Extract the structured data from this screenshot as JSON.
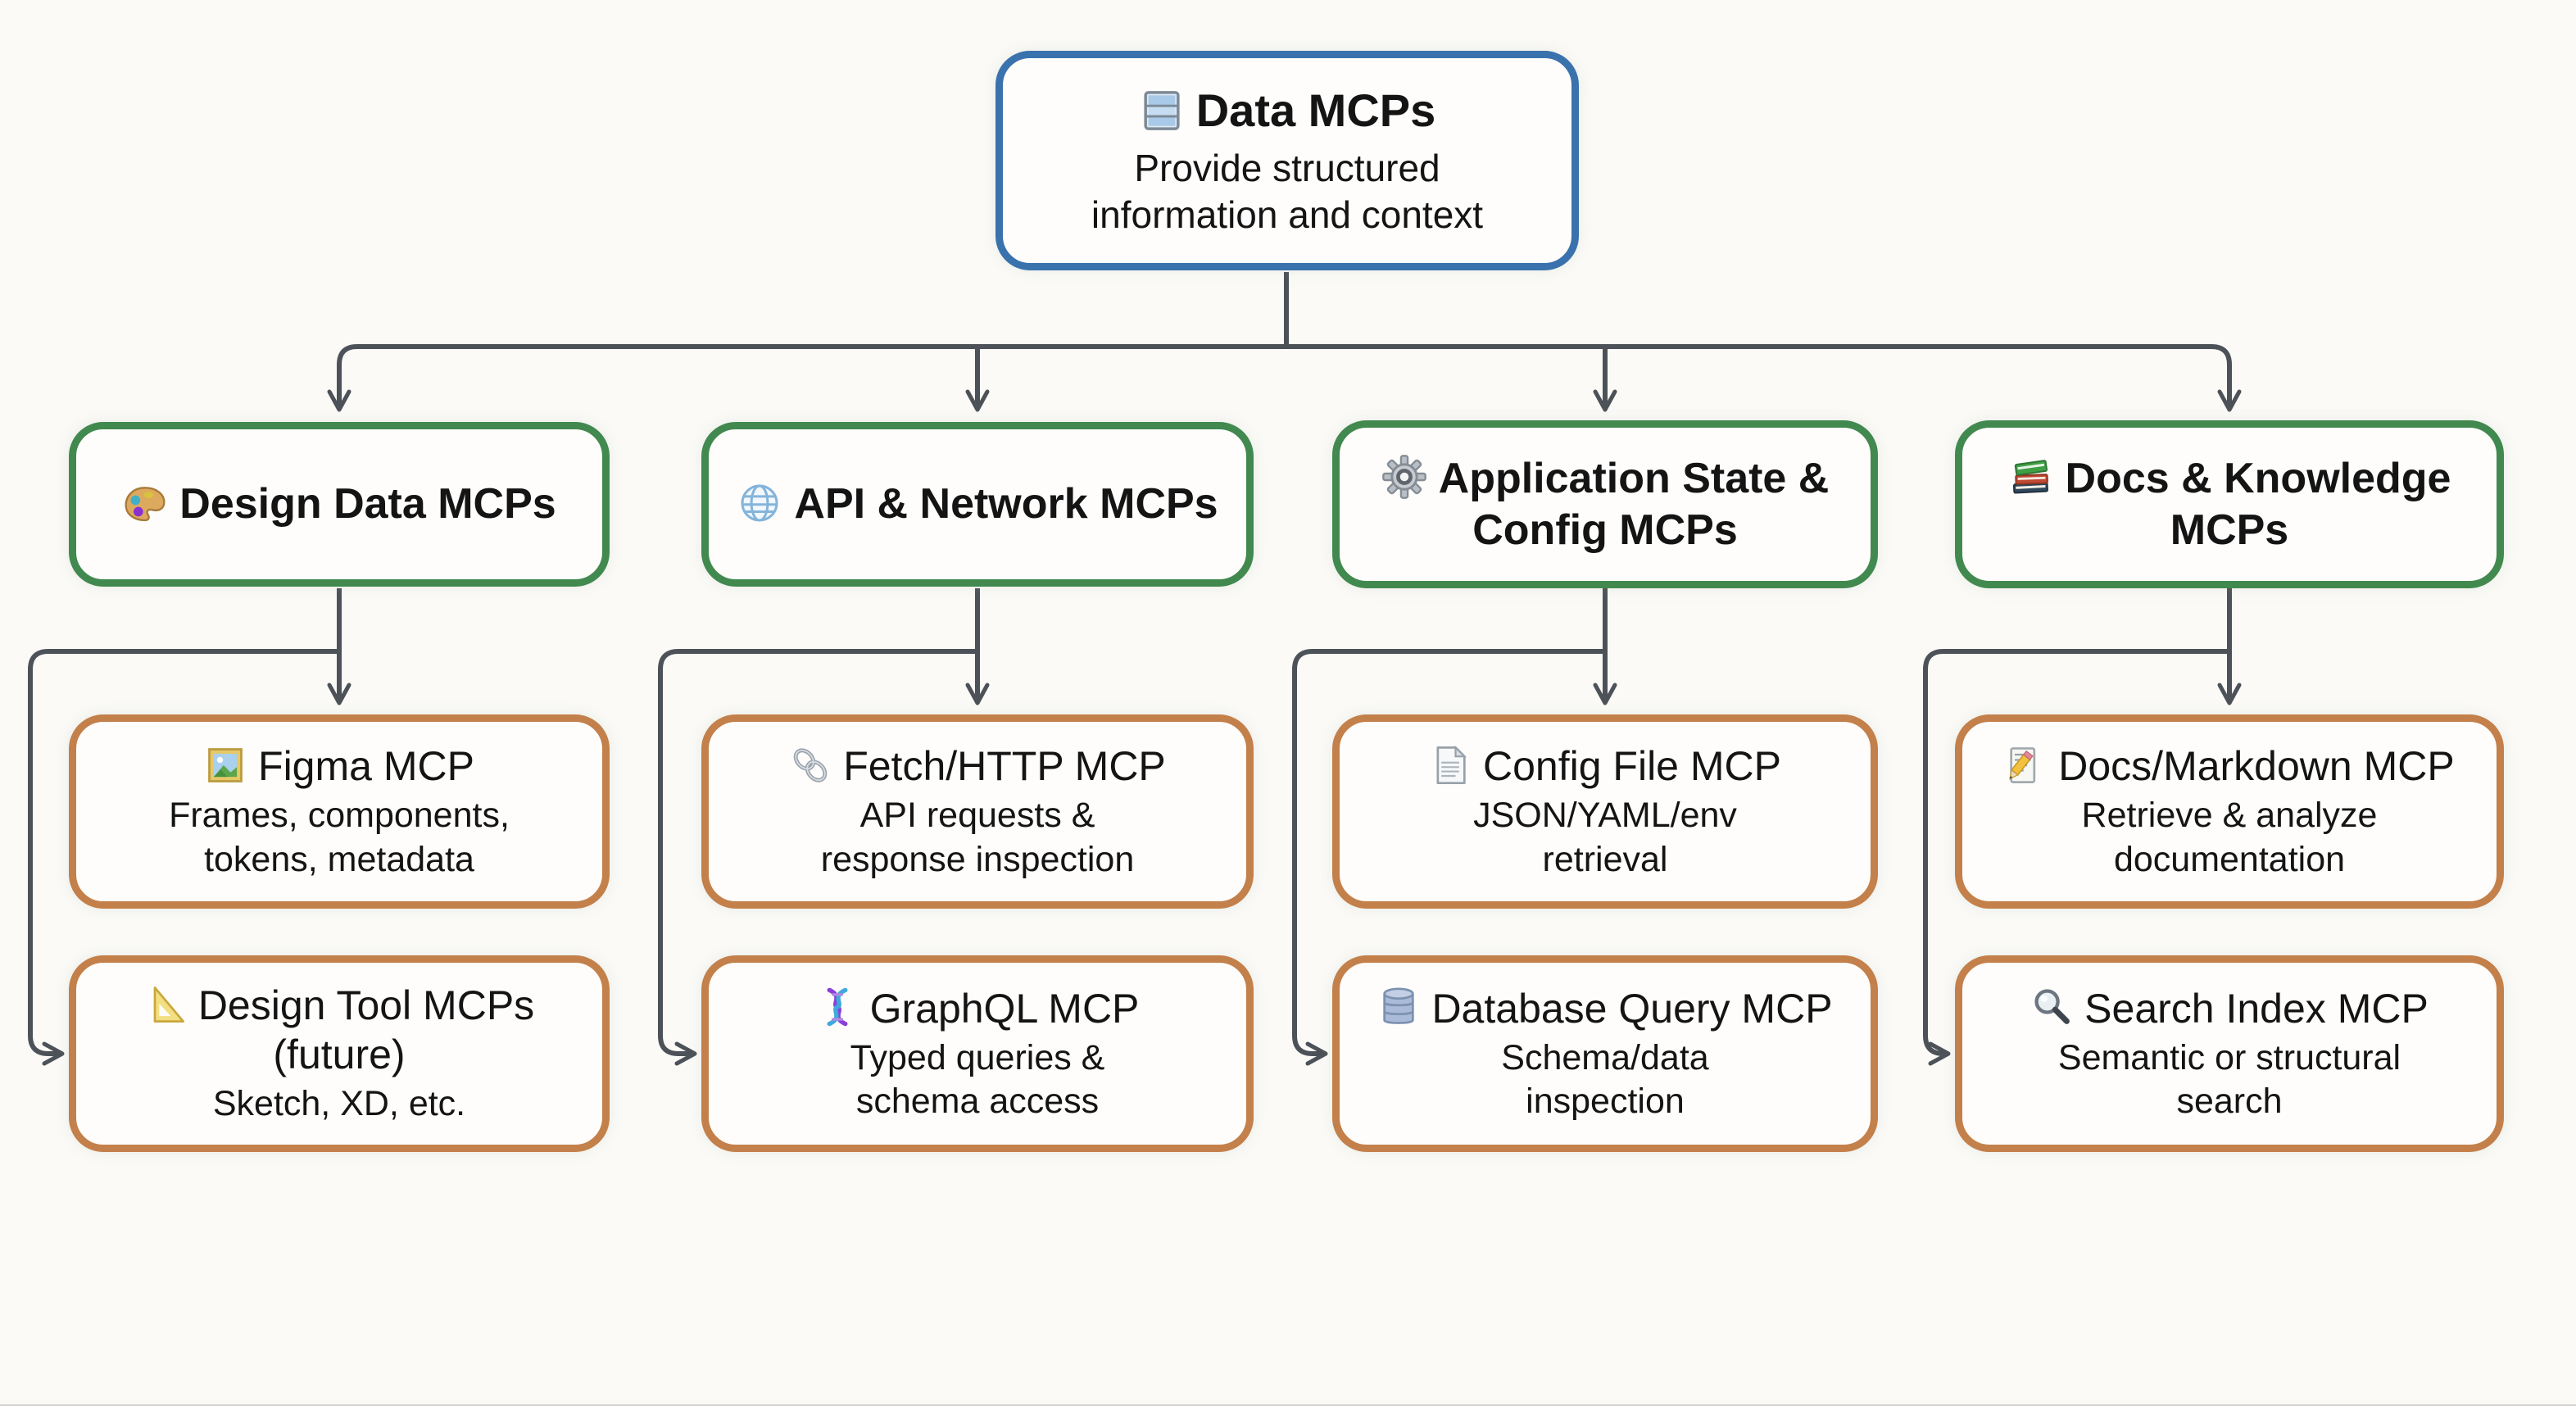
{
  "canvas": {
    "background": "#fbfaf7"
  },
  "colors": {
    "root_border": "#3a72ad",
    "category_border": "#41894f",
    "leaf_border": "#c3804a",
    "connector": "#4c5258",
    "text": "#141414",
    "node_fill": "#fefdfb"
  },
  "root": {
    "icon": "table-icon",
    "title": "Data MCPs",
    "subtitle": "Provide structured information and context"
  },
  "columns": [
    {
      "header": {
        "icon": "palette-icon",
        "title": "Design Data MCPs"
      },
      "children": [
        {
          "icon": "framed-picture-icon",
          "title": "Figma MCP",
          "subtitle": "Frames, components, tokens, metadata"
        },
        {
          "icon": "triangle-ruler-icon",
          "title": "Design Tool MCPs (future)",
          "subtitle": "Sketch, XD, etc."
        }
      ]
    },
    {
      "header": {
        "icon": "globe-icon",
        "title": "API & Network MCPs"
      },
      "children": [
        {
          "icon": "link-icon",
          "title": "Fetch/HTTP MCP",
          "subtitle": "API requests & response inspection"
        },
        {
          "icon": "dna-icon",
          "title": "GraphQL MCP",
          "subtitle": "Typed queries & schema access"
        }
      ]
    },
    {
      "header": {
        "icon": "gear-icon",
        "title": "Application State & Config MCPs"
      },
      "children": [
        {
          "icon": "page-icon",
          "title": "Config File MCP",
          "subtitle": "JSON/YAML/env retrieval"
        },
        {
          "icon": "database-icon",
          "title": "Database Query MCP",
          "subtitle": "Schema/data inspection"
        }
      ]
    },
    {
      "header": {
        "icon": "books-icon",
        "title": "Docs & Knowledge MCPs"
      },
      "children": [
        {
          "icon": "memo-icon",
          "title": "Docs/Markdown MCP",
          "subtitle": "Retrieve & analyze documentation"
        },
        {
          "icon": "search-icon",
          "title": "Search Index MCP",
          "subtitle": "Semantic or structural search"
        }
      ]
    }
  ]
}
